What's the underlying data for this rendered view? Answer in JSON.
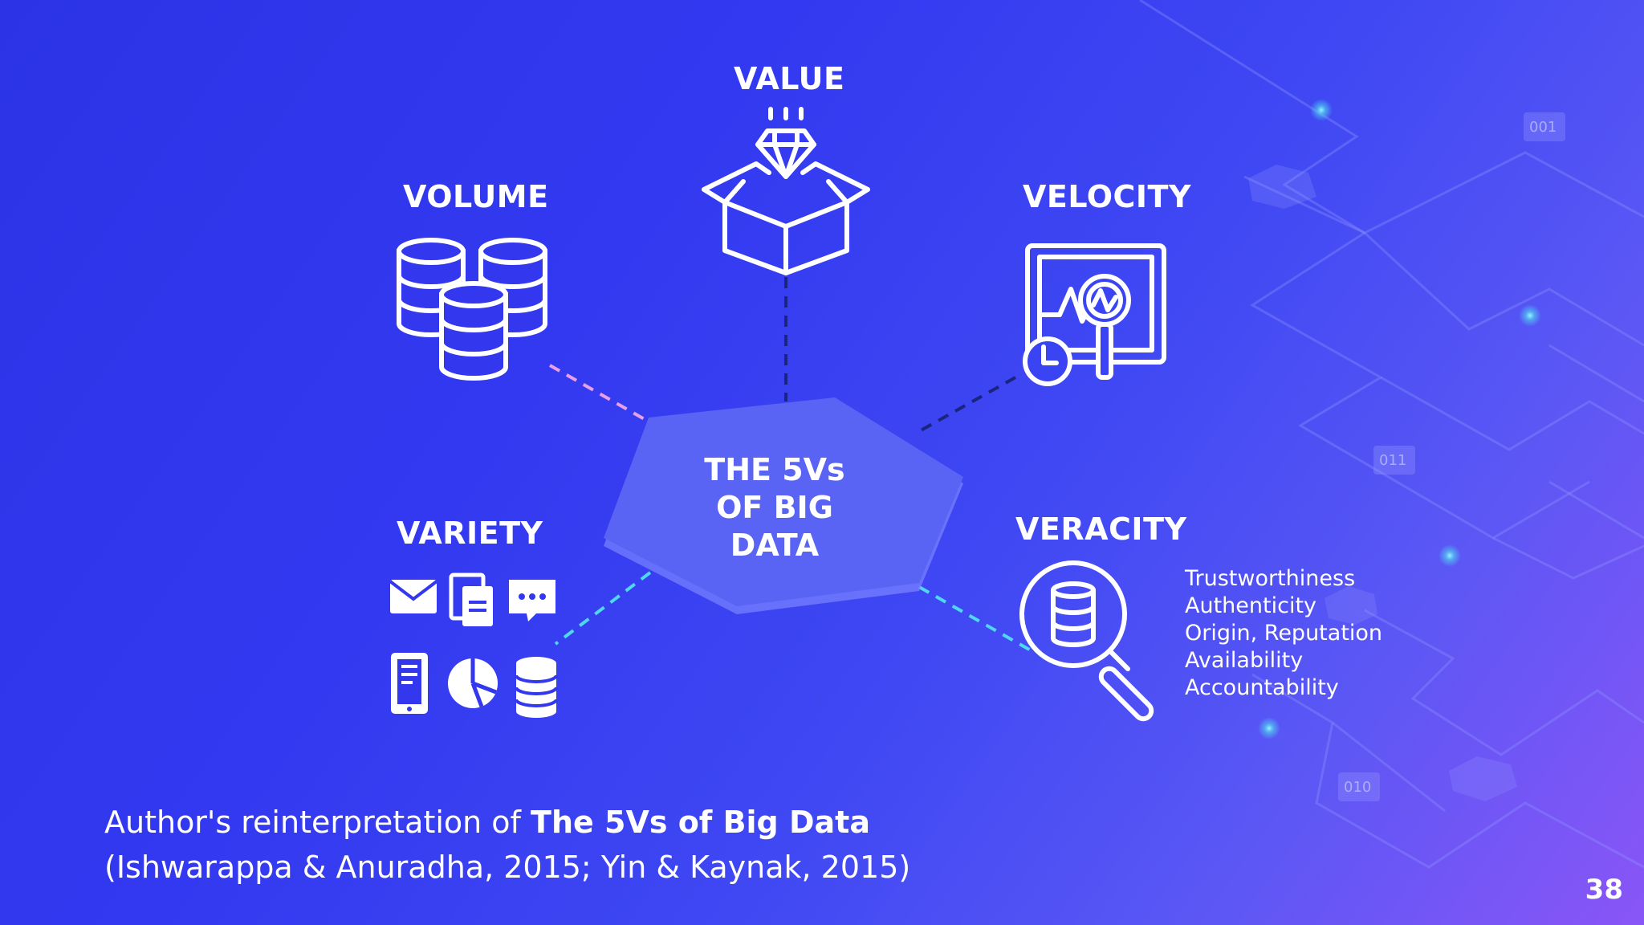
{
  "diagram": {
    "center": [
      "THE 5Vs",
      "OF BIG",
      "DATA"
    ],
    "nodes": {
      "value": "VALUE",
      "volume": "VOLUME",
      "velocity": "VELOCITY",
      "variety": "VARIETY",
      "veracity": "VERACITY"
    },
    "veracity_items": [
      "Trustworthiness",
      "Authenticity",
      "Origin, Reputation",
      "Availability",
      "Accountability"
    ]
  },
  "background": {
    "binary_tags": [
      "001",
      "011",
      "010"
    ]
  },
  "caption": {
    "prefix": "Author's reinterpretation of ",
    "bold": "The 5Vs of Big Data",
    "citation": "(Ishwarappa & Anuradha, 2015; Yin & Kaynak, 2015)"
  },
  "page_number": "38",
  "colors": {
    "background_start": "#2c33e6",
    "background_end": "#8a55f6",
    "hexagon": "#5a64f4",
    "volume_link": "#e7a0e8",
    "velocity_link": "#1a2580",
    "variety_link": "#4fd8ef",
    "veracity_link": "#4fd8ef"
  }
}
